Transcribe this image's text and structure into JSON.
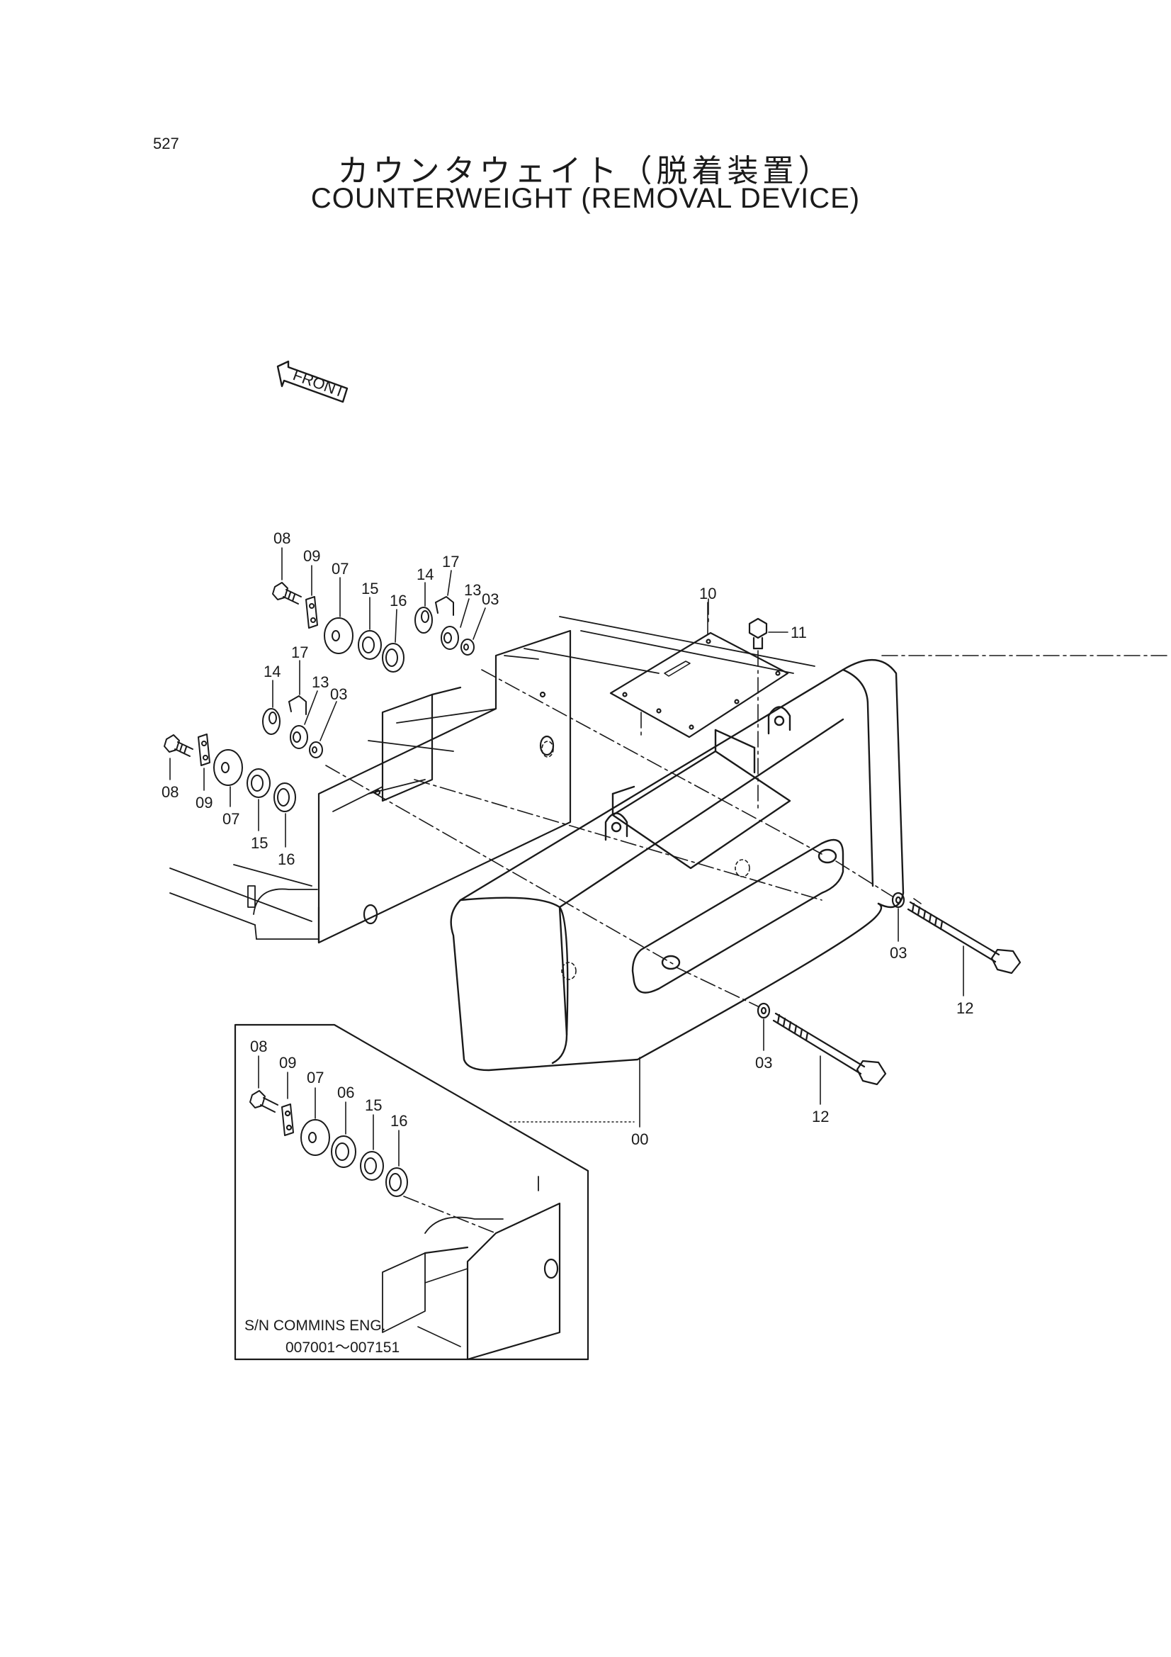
{
  "page": {
    "number": "527"
  },
  "title": {
    "japanese": "カウンタウェイト（脱着装置）",
    "english": "COUNTERWEIGHT (REMOVAL DEVICE)"
  },
  "front_marker": "FRONT",
  "callouts": {
    "upper_group": [
      "08",
      "09",
      "07",
      "15",
      "16",
      "14",
      "17",
      "13",
      "03"
    ],
    "lower_group": [
      "14",
      "17",
      "13",
      "03",
      "08",
      "09",
      "07",
      "15",
      "16"
    ],
    "cover": [
      "10",
      "11"
    ],
    "bolts_right": [
      "03",
      "12"
    ],
    "bolts_bottom": [
      "03",
      "12"
    ],
    "counterweight": "00"
  },
  "inset": {
    "callouts": [
      "08",
      "09",
      "07",
      "06",
      "15",
      "16"
    ],
    "note_line1": "S/N  COMMINS ENG.",
    "note_line2": "007001～007151"
  }
}
